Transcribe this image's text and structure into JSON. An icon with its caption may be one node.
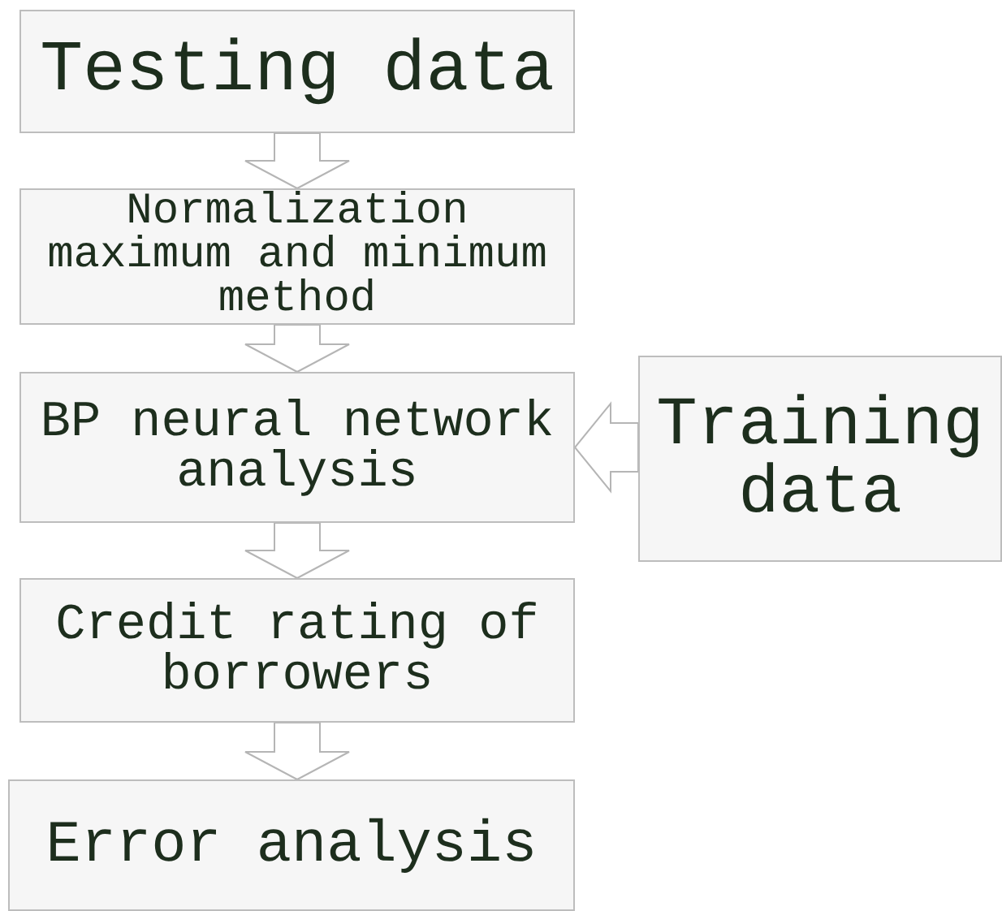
{
  "diagram": {
    "nodes": [
      {
        "text": [
          "Testing data"
        ]
      },
      {
        "text": [
          "Normalization maximum and minimum method"
        ]
      },
      {
        "text": [
          "BP neural network analysis"
        ]
      },
      {
        "text": [
          "Training data"
        ]
      },
      {
        "text": [
          "Credit rating of borrowers"
        ]
      },
      {
        "text": [
          "Error analysis"
        ]
      }
    ],
    "edges": [
      {
        "from": 0,
        "to": 1,
        "arrow": "to"
      },
      {
        "from": 1,
        "to": 2,
        "arrow": "to"
      },
      {
        "from": 3,
        "to": 2,
        "arrow": "to"
      },
      {
        "from": 2,
        "to": 4,
        "arrow": "to"
      },
      {
        "from": 4,
        "to": 5,
        "arrow": "to"
      }
    ]
  }
}
